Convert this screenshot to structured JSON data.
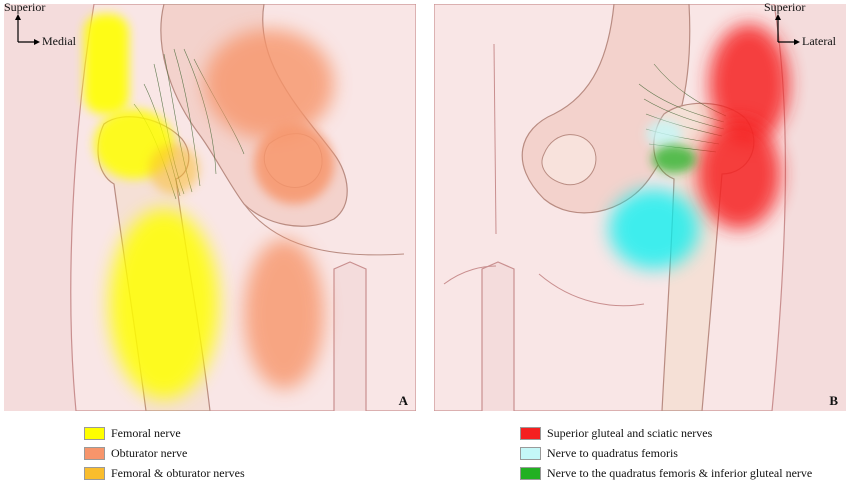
{
  "panel_a": {
    "letter": "A",
    "orientation": {
      "vertical": "Superior",
      "horizontal": "Medial"
    }
  },
  "panel_b": {
    "letter": "B",
    "orientation": {
      "vertical": "Superior",
      "horizontal": "Lateral"
    }
  },
  "legend": {
    "left": [
      {
        "label": "Femoral nerve",
        "color": "#ffff00"
      },
      {
        "label": "Obturator nerve",
        "color": "#f7956b"
      },
      {
        "label": "Femoral & obturator nerves",
        "color": "#f9bd2d"
      }
    ],
    "right": [
      {
        "label": "Superior gluteal and sciatic nerves",
        "color": "#f52020"
      },
      {
        "label": "Nerve to quadratus femoris",
        "color": "#c4f8f8"
      },
      {
        "label": "Nerve to the quadratus femoris & inferior gluteal nerve",
        "color": "#22b022"
      }
    ]
  }
}
